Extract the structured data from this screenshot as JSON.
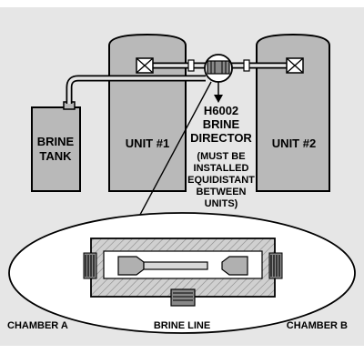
{
  "diagram": {
    "units": [
      {
        "label": "UNIT #1"
      },
      {
        "label": "UNIT #2"
      }
    ],
    "brine_tank": {
      "line1": "BRINE",
      "line2": "TANK"
    },
    "director": {
      "lines": [
        "H6002",
        "BRINE",
        "DIRECTOR"
      ],
      "note_lines": [
        "(MUST BE",
        "INSTALLED",
        "EQUIDISTANT",
        "BETWEEN",
        "UNITS)"
      ]
    },
    "detail": {
      "chamber_a": "CHAMBER A",
      "brine_line": "BRINE LINE",
      "chamber_b": "CHAMBER B"
    },
    "colors": {
      "background": "#ffffff",
      "panel": "#e6e6e6",
      "tank_fill": "#b9b9b9",
      "outline": "#000000"
    }
  }
}
